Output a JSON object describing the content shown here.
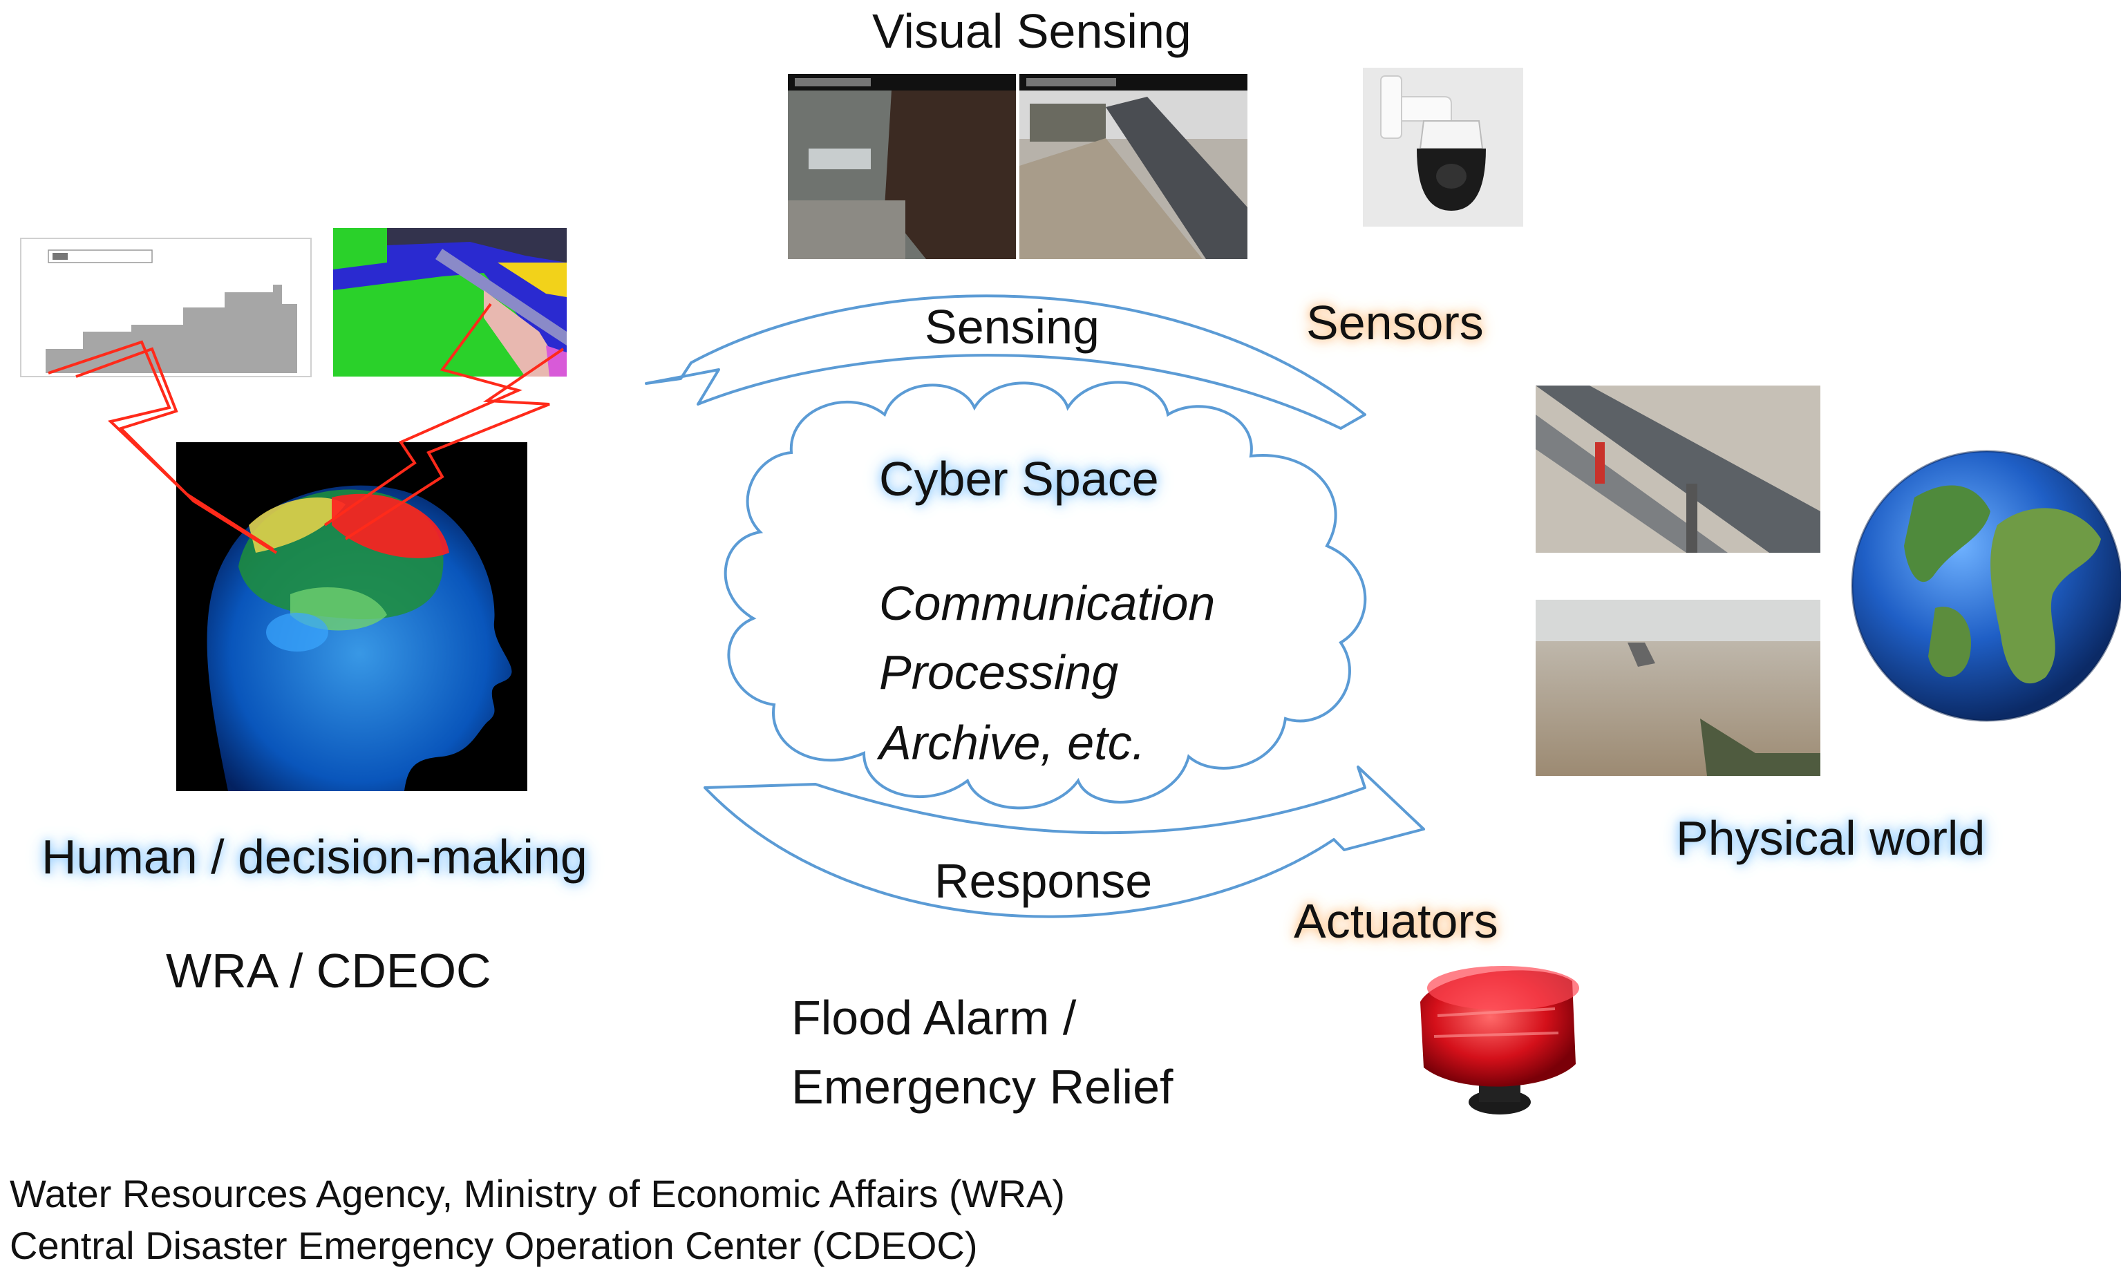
{
  "labels": {
    "visual_sensing": "Visual Sensing",
    "sensing": "Sensing",
    "sensors": "Sensors",
    "cyber_space": "Cyber Space",
    "cloud_line1": "Communication",
    "cloud_line2": "Processing",
    "cloud_line3": "Archive, etc.",
    "response": "Response",
    "actuators": "Actuators",
    "physical_world": "Physical world",
    "human": "Human / decision-making",
    "wra_cdeoc": "WRA / CDEOC",
    "flood_line1": "Flood Alarm /",
    "flood_line2": "Emergency Relief",
    "footnote_line1": "Water Resources Agency, Ministry of Economic Affairs (WRA)",
    "footnote_line2": "Central Disaster Emergency Operation Center (CDEOC)"
  },
  "colors": {
    "arrow_stroke": "#5b9bd5",
    "cloud_stroke": "#5b9bd5",
    "lightning": "#ff2a1a",
    "chart_fill": "#a6a6a6"
  },
  "icons": {
    "camera": "ptz-camera-icon",
    "siren": "red-siren-icon",
    "globe": "earth-globe-icon",
    "brain": "human-brain-head-icon"
  }
}
